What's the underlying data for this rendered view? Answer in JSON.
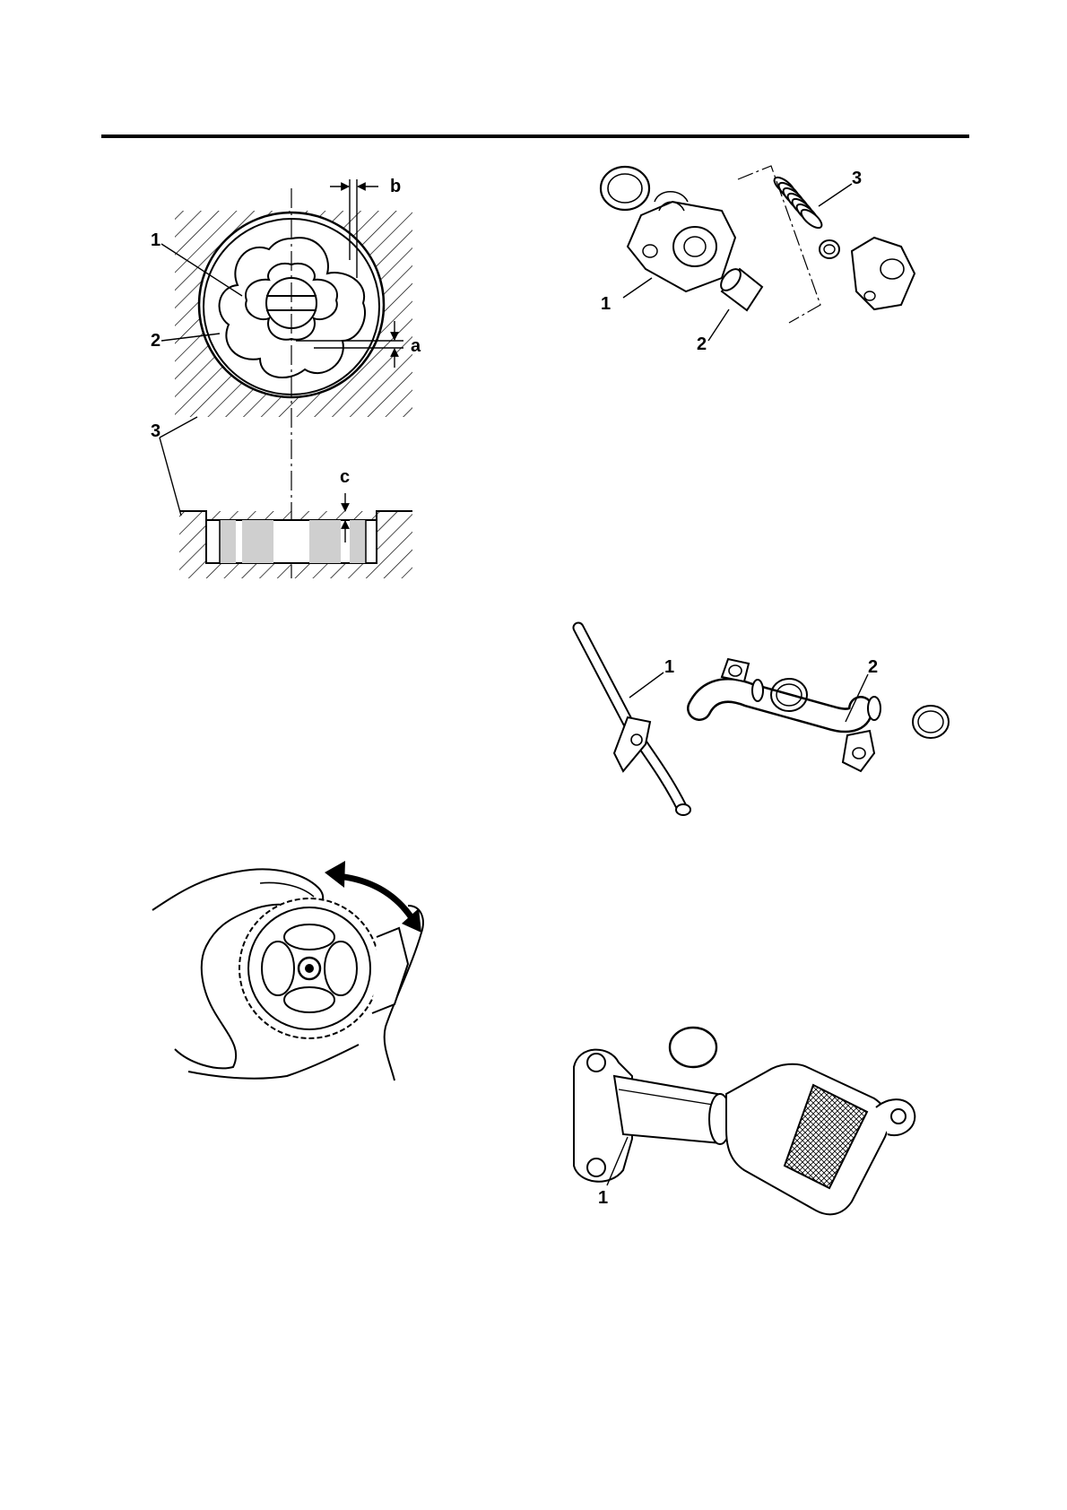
{
  "page": {
    "header_rule": true
  },
  "figures": {
    "oil_pump_rotors": {
      "labels": [
        "1",
        "2",
        "3",
        "a",
        "b",
        "c"
      ]
    },
    "relief_valve": {
      "labels": [
        "1",
        "2",
        "3"
      ]
    },
    "oil_pump_rotate": {
      "labels": []
    },
    "oil_delivery_pipes": {
      "labels": [
        "1",
        "2"
      ]
    },
    "oil_strainer": {
      "labels": [
        "1"
      ]
    }
  },
  "colors": {
    "line": "#000000",
    "shade": "#cfcfcf",
    "background": "#ffffff"
  }
}
